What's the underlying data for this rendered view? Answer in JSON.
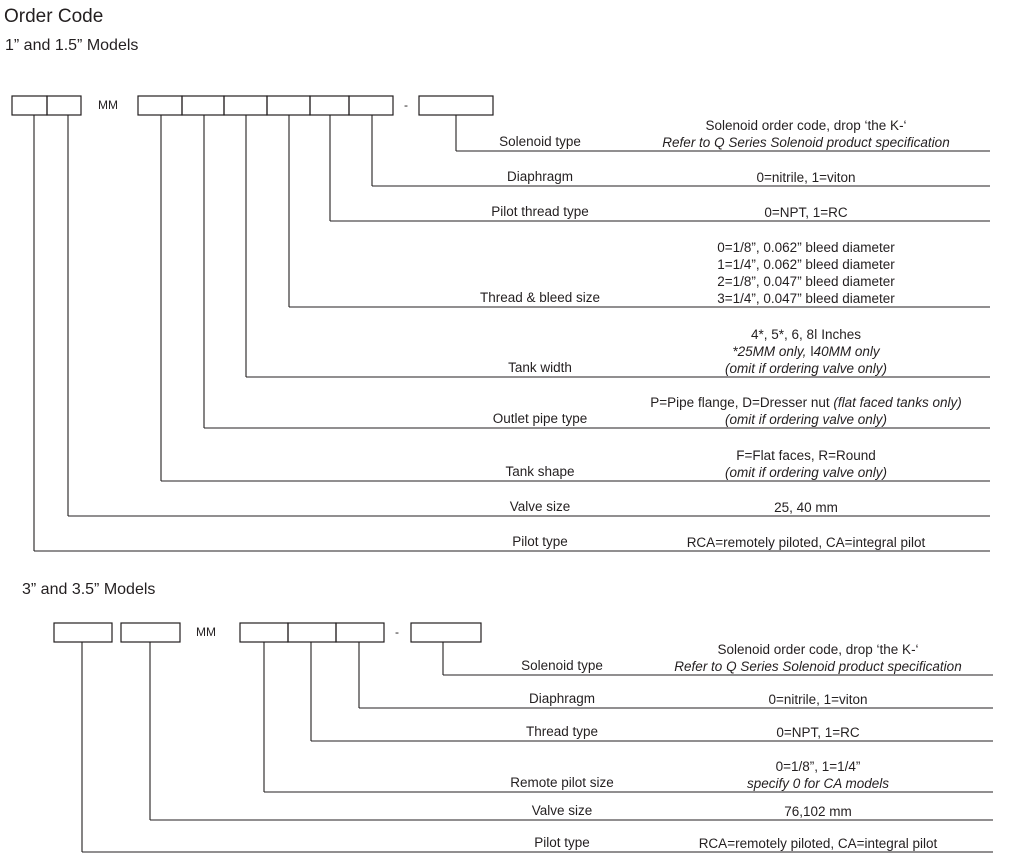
{
  "page_title": "Order Code",
  "section1": {
    "title": "1” and 1.5” Models",
    "mm": "MM",
    "dash": "-",
    "rows": [
      {
        "label": "Solenoid type",
        "desc": [
          {
            "t": "Solenoid order code, drop ‘the K-‘"
          },
          {
            "t": "Refer to Q Series Solenoid product specification",
            "i": true
          }
        ]
      },
      {
        "label": "Diaphragm",
        "desc": [
          {
            "t": "0=nitrile, 1=viton"
          }
        ]
      },
      {
        "label": "Pilot thread type",
        "desc": [
          {
            "t": "0=NPT, 1=RC"
          }
        ]
      },
      {
        "label": "Thread & bleed size",
        "desc": [
          {
            "t": "0=1/8”, 0.062” bleed diameter"
          },
          {
            "t": "1=1/4”, 0.062” bleed diameter"
          },
          {
            "t": "2=1/8”, 0.047” bleed diameter"
          },
          {
            "t": "3=1/4”, 0.047” bleed diameter"
          }
        ]
      },
      {
        "label": "Tank width",
        "desc": [
          {
            "t": "4*, 5*, 6, 8ǀ Inches"
          },
          {
            "t": "*25MM only, ǀ40MM only",
            "i": true
          },
          {
            "t": "(omit if ordering valve only)",
            "i": true
          }
        ]
      },
      {
        "label": "Outlet pipe type",
        "desc": [
          {
            "t": "P=Pipe flange, D=Dresser nut "
          },
          {
            "t": "(flat faced tanks only)",
            "i": true,
            "inline": true
          },
          {
            "t": "(omit if ordering valve only)",
            "i": true
          }
        ]
      },
      {
        "label": "Tank shape",
        "desc": [
          {
            "t": "F=Flat faces,  R=Round"
          },
          {
            "t": "(omit if ordering valve only)",
            "i": true
          }
        ]
      },
      {
        "label": "Valve size",
        "desc": [
          {
            "t": "25, 40 mm"
          }
        ]
      },
      {
        "label": "Pilot type",
        "desc": [
          {
            "t": "RCA=remotely piloted, CA=integral pilot"
          }
        ]
      }
    ]
  },
  "section2": {
    "title": "3” and 3.5” Models",
    "mm": "MM",
    "dash": "-",
    "rows": [
      {
        "label": "Solenoid type",
        "desc": [
          {
            "t": "Solenoid order code, drop ‘the K-‘"
          },
          {
            "t": "Refer to Q Series Solenoid product specification",
            "i": true
          }
        ]
      },
      {
        "label": "Diaphragm",
        "desc": [
          {
            "t": "0=nitrile, 1=viton"
          }
        ]
      },
      {
        "label": "Thread type",
        "desc": [
          {
            "t": "0=NPT, 1=RC"
          }
        ]
      },
      {
        "label": "Remote pilot size",
        "desc": [
          {
            "t": "0=1/8”, 1=1/4”"
          },
          {
            "t": "specify 0 for CA models",
            "i": true
          }
        ]
      },
      {
        "label": "Valve size",
        "desc": [
          {
            "t": "76,102 mm"
          }
        ]
      },
      {
        "label": "Pilot type",
        "desc": [
          {
            "t": "RCA=remotely piloted, CA=integral pilot"
          }
        ]
      }
    ]
  }
}
